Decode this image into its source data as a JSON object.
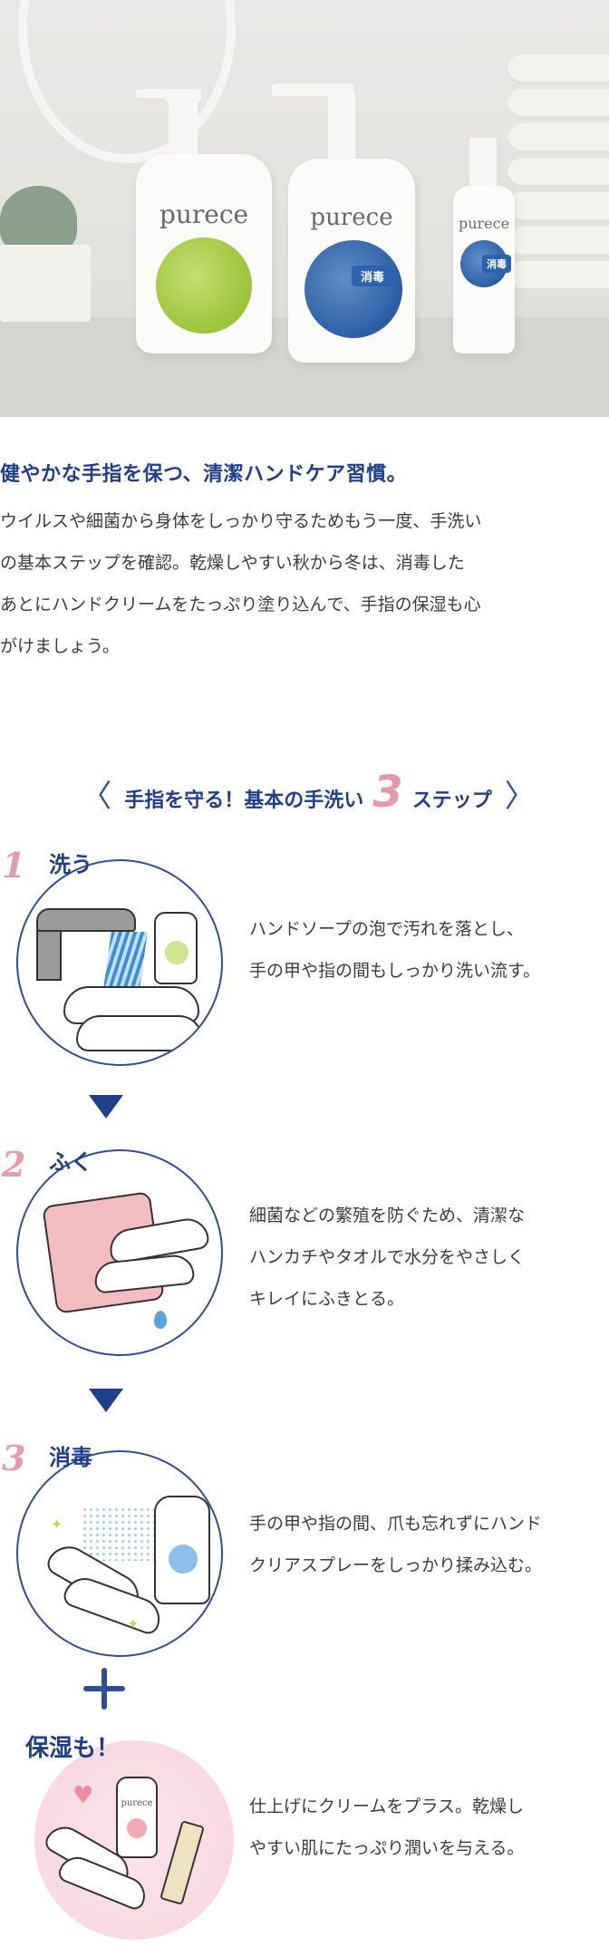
{
  "hero": {
    "bottles": [
      {
        "brand": "purece",
        "tag": ""
      },
      {
        "brand": "purece",
        "tag": "消毒"
      },
      {
        "brand": "purece",
        "tag": "消毒"
      }
    ],
    "colors": {
      "green_dots": "#9cc43a",
      "blue_dots": "#2b5ea6"
    }
  },
  "intro": {
    "title": "健やかな手指を保つ、清潔ハンドケア習慣。",
    "body_lines": [
      "ウイルスや細菌から身体をしっかり守るためもう一度、手洗い",
      "の基本ステップを確認。乾燥しやすい秋から冬は、消毒した",
      "あとにハンドクリームをたっぷり塗り込んで、手指の保湿も心",
      "がけましょう。"
    ]
  },
  "steps_heading": {
    "left_chevron": "〈",
    "prefix": "手指を守る！基本の手洗い",
    "number": "3",
    "suffix": "ステップ",
    "right_chevron": "〉"
  },
  "steps": [
    {
      "number": "1",
      "title": "洗う",
      "lines": [
        "ハンドソープの泡で汚れを落とし、",
        "手の甲や指の間もしっかり洗い流す。"
      ]
    },
    {
      "number": "2",
      "title": "ふく",
      "lines": [
        "細菌などの繁殖を防ぐため、清潔な",
        "ハンカチやタオルで水分をやさしく",
        "キレイにふきとる。"
      ]
    },
    {
      "number": "3",
      "title": "消毒",
      "lines": [
        "手の甲や指の間、爪も忘れずにハンド",
        "クリアスプレーをしっかり揉み込む。"
      ]
    }
  ],
  "moisture": {
    "title": "保湿も！",
    "lines": [
      "仕上げにクリームをプラス。乾燥し",
      "やすい肌にたっぷり潤いを与える。"
    ],
    "bottle_brand": "purece"
  },
  "colors": {
    "navy": "#1f3f8a",
    "pink": "#e79aac"
  }
}
